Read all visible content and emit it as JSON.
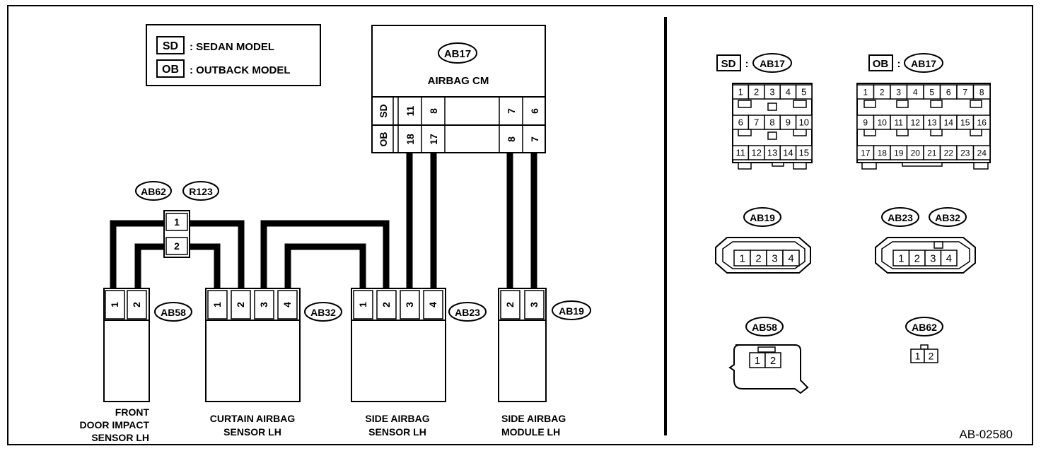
{
  "diagram_id": "AB-02580",
  "legend": [
    {
      "code": "SD",
      "text": ": SEDAN MODEL"
    },
    {
      "code": "OB",
      "text": ": OUTBACK MODEL"
    }
  ],
  "airbag_cm": {
    "connector": "AB17",
    "name": "AIRBAG CM",
    "rows": [
      {
        "model": "SD",
        "pins": [
          "11",
          "8",
          "7",
          "6"
        ]
      },
      {
        "model": "OB",
        "pins": [
          "18",
          "17",
          "8",
          "7"
        ]
      }
    ]
  },
  "splice": {
    "tags": [
      "AB62",
      "R123"
    ],
    "pins": [
      "1",
      "2"
    ]
  },
  "components": [
    {
      "connector": "AB58",
      "pins": [
        "1",
        "2"
      ],
      "name_lines": [
        "FRONT",
        "DOOR IMPACT",
        "SENSOR LH"
      ]
    },
    {
      "connector": "AB32",
      "pins": [
        "1",
        "2",
        "3",
        "4"
      ],
      "name_lines": [
        "CURTAIN AIRBAG",
        "SENSOR LH"
      ]
    },
    {
      "connector": "AB23",
      "pins": [
        "1",
        "2",
        "3",
        "4"
      ],
      "name_lines": [
        "SIDE AIRBAG",
        "SENSOR LH"
      ]
    },
    {
      "connector": "AB19",
      "pins": [
        "2",
        "3"
      ],
      "name_lines": [
        "SIDE AIRBAG",
        "MODULE LH"
      ]
    }
  ],
  "connector_views": {
    "sd_ab17": {
      "model": "SD",
      "sep": ":",
      "connector": "AB17",
      "rows": [
        [
          "1",
          "2",
          "3",
          "4",
          "5"
        ],
        [
          "6",
          "7",
          "8",
          "9",
          "10"
        ],
        [
          "11",
          "12",
          "13",
          "14",
          "15"
        ]
      ]
    },
    "ob_ab17": {
      "model": "OB",
      "sep": ":",
      "connector": "AB17",
      "rows": [
        [
          "1",
          "2",
          "3",
          "4",
          "5",
          "6",
          "7",
          "8"
        ],
        [
          "9",
          "10",
          "11",
          "12",
          "13",
          "14",
          "15",
          "16"
        ],
        [
          "17",
          "18",
          "19",
          "20",
          "21",
          "22",
          "23",
          "24"
        ]
      ]
    },
    "ab19": {
      "connectors": [
        "AB19"
      ],
      "pins": [
        "1",
        "2",
        "3",
        "4"
      ]
    },
    "ab23_ab32": {
      "connectors": [
        "AB23",
        "AB32"
      ],
      "pins": [
        "1",
        "2",
        "3",
        "4"
      ]
    },
    "ab58": {
      "connectors": [
        "AB58"
      ],
      "pins": [
        "1",
        "2"
      ]
    },
    "ab62": {
      "connectors": [
        "AB62"
      ],
      "pins": [
        "1",
        "2"
      ]
    }
  }
}
